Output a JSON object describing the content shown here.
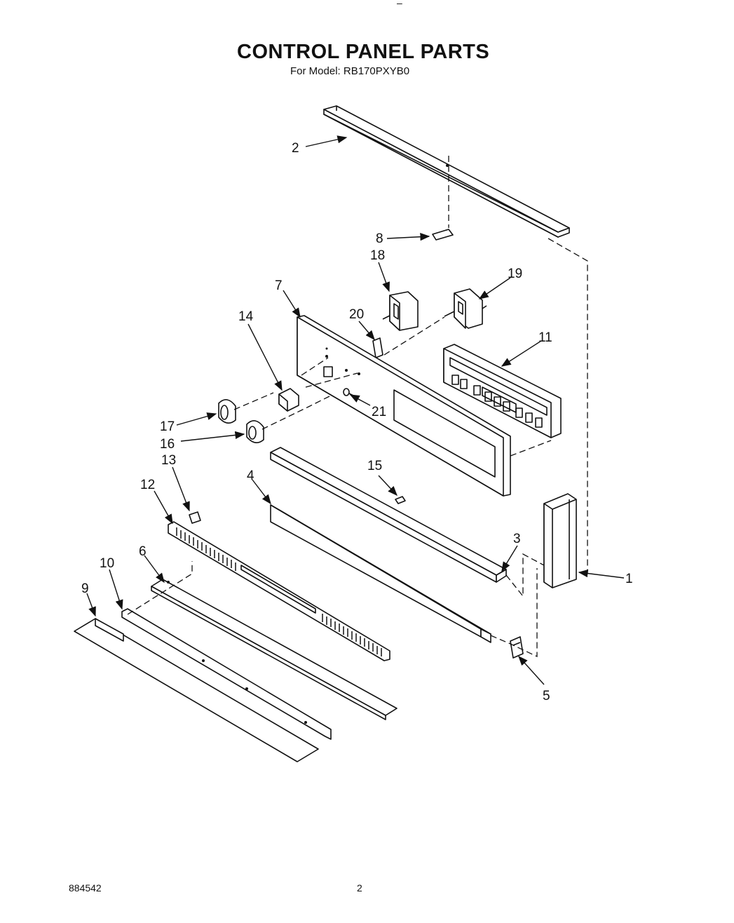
{
  "page": {
    "title": "CONTROL PANEL PARTS",
    "subtitle": "For Model: RB170PXYB0",
    "document_number": "884542",
    "page_number": "2",
    "top_mark": "–"
  },
  "callouts": [
    "1",
    "2",
    "3",
    "4",
    "5",
    "6",
    "7",
    "8",
    "9",
    "10",
    "11",
    "12",
    "13",
    "14",
    "15",
    "16",
    "17",
    "18",
    "19",
    "20",
    "21"
  ]
}
